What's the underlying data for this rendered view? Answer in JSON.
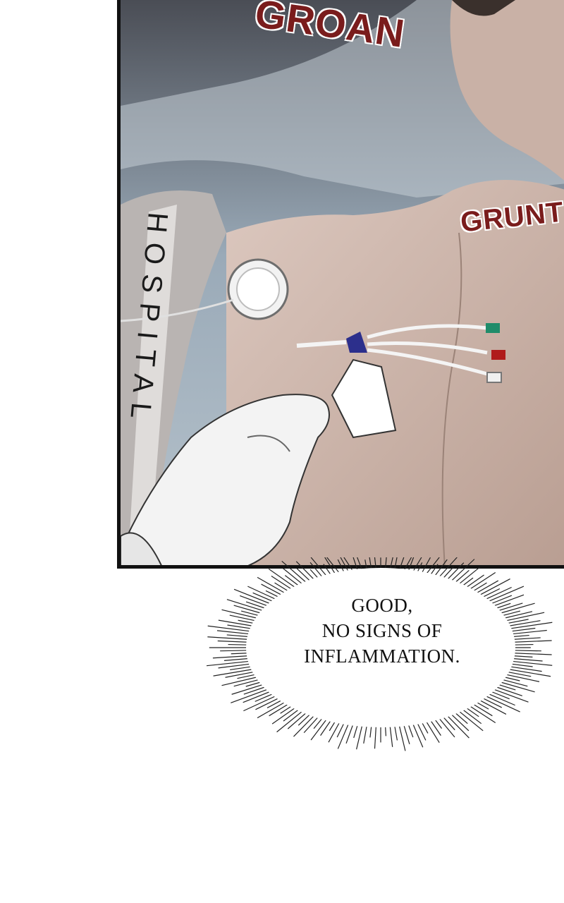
{
  "panel": {
    "sfx_top": "GROAN",
    "sfx_right": "GRUNT",
    "gown_text": "HOSPITAL"
  },
  "speech_bubble": {
    "lines": [
      "GOOD,",
      "NO SIGNS OF",
      "INFLAMMATION."
    ]
  },
  "colors": {
    "sfx": "#7a1c1c",
    "skin": "#d3bdb2",
    "sky": "#aab9c6",
    "catheter_hub": "#2c2f8c",
    "port_green": "#1f8c6a",
    "port_red": "#b01b1b"
  }
}
